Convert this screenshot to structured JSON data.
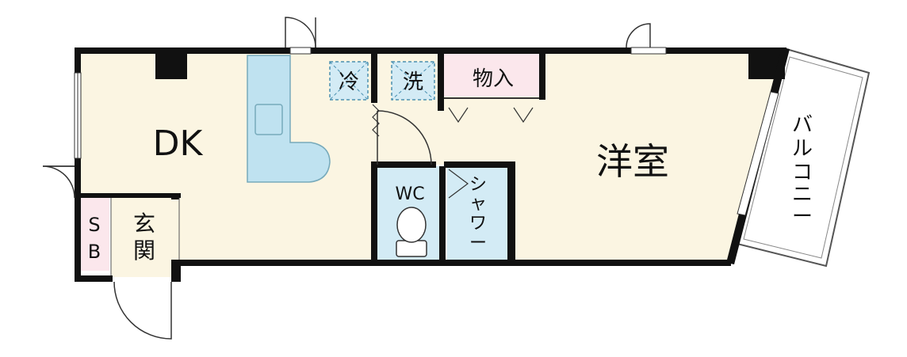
{
  "rooms": {
    "dk": "DK",
    "western": "洋室",
    "storage": "物入",
    "wc": "WC",
    "shower": [
      "シ",
      "ャ",
      "ワ",
      "ー"
    ],
    "entrance": [
      "玄",
      "関"
    ],
    "shoe_box": [
      "S",
      "B"
    ],
    "balcony": [
      "バ",
      "ル",
      "コ",
      "ニ",
      "ー"
    ]
  },
  "fixtures": {
    "fridge": "冷",
    "washer": "洗"
  },
  "colors": {
    "living_floor": "#fbf5e2",
    "wet_area": "#d3ebf5",
    "storage": "#fbe7ec",
    "wall": "#111111",
    "kitchen": "#bfe2f0"
  }
}
